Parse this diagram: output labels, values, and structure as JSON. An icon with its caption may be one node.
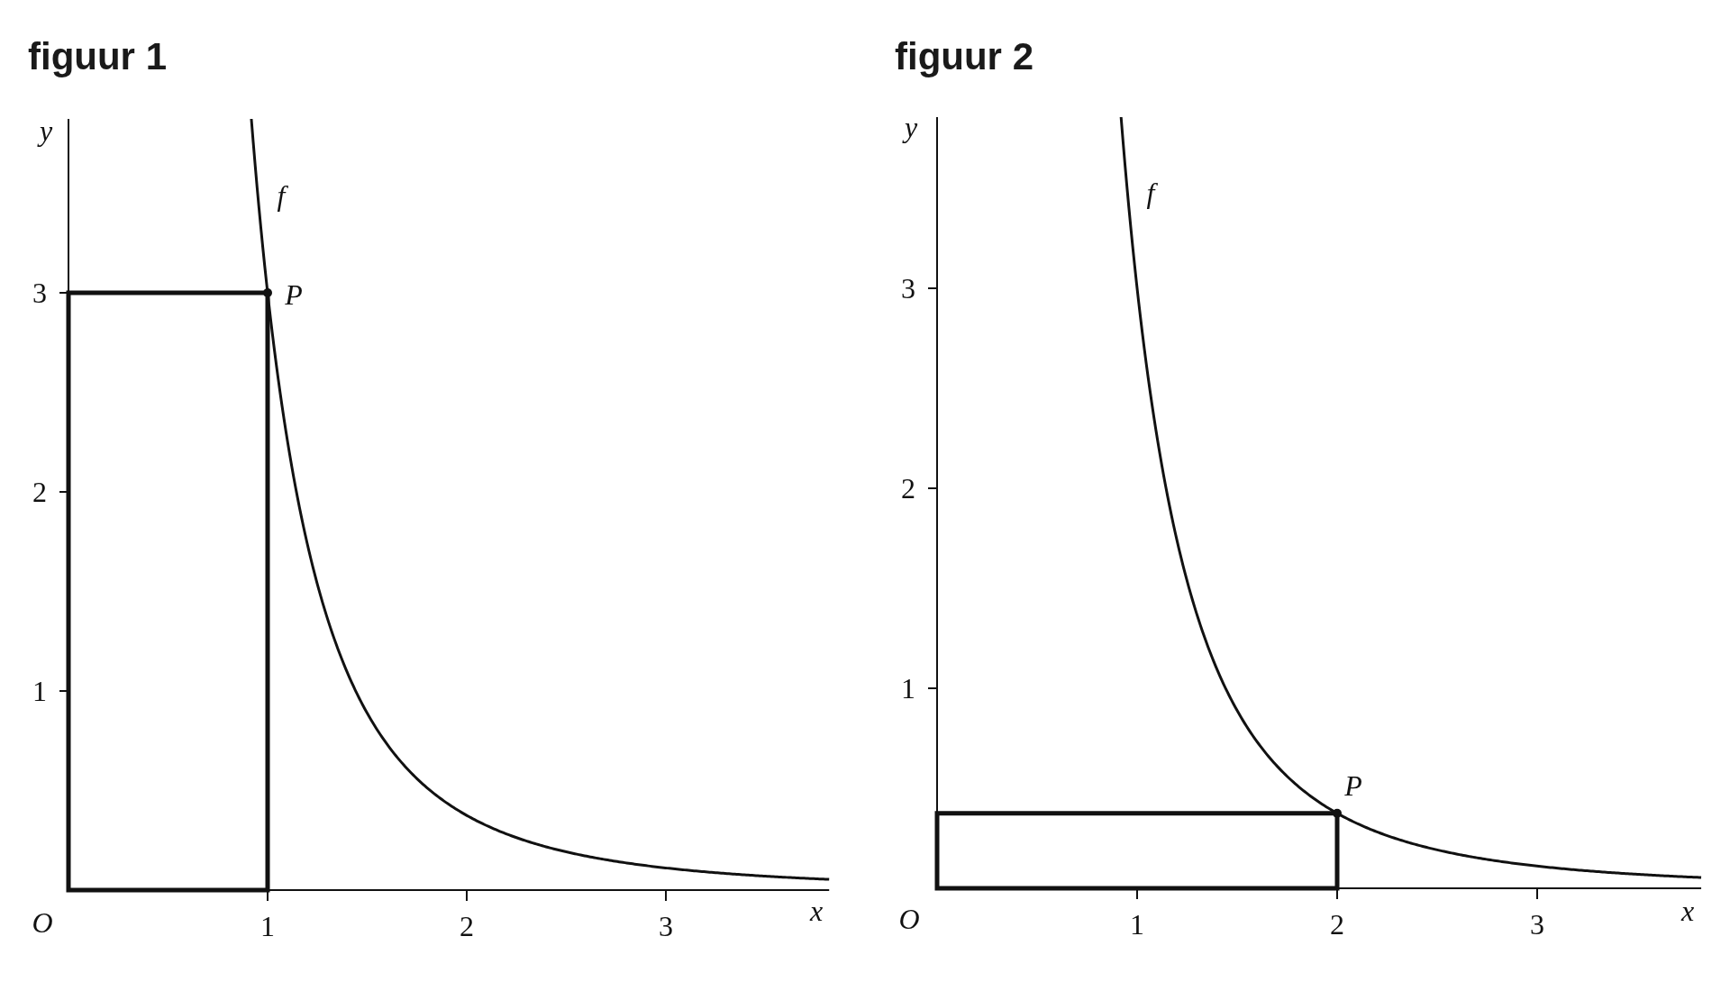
{
  "diagram": {
    "labels": [
      "figuur 1",
      "y",
      "f",
      "3",
      "P",
      "2",
      "1",
      "O",
      "1",
      "2",
      "3",
      "x",
      "figuur 2",
      "y",
      "f",
      "3",
      "2",
      "1",
      "P",
      "O",
      "1",
      "2",
      "3",
      "x"
    ]
  }
}
